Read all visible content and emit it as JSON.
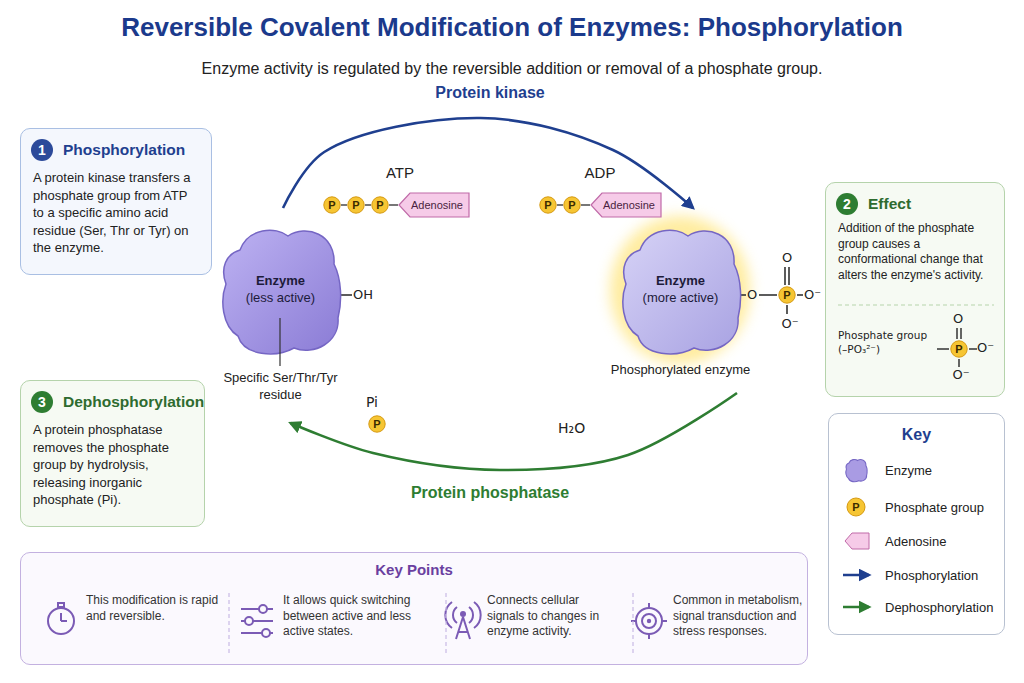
{
  "diagram": {
    "title": "Reversible Covalent Modification of Enzymes: Phosphorylation",
    "nodes": [
      {
        "text": [
          "1",
          "Phosphorylation",
          "A protein kinase transfers a phosphate group from ATP to a specific amino acid residue (Ser, Thr or Tyr) on the enzyme."
        ]
      },
      {
        "text": [
          "P"
        ]
      },
      {
        "text": [
          "P"
        ]
      },
      {
        "text": [
          "P"
        ]
      },
      {
        "text": [
          "Adenosine"
        ]
      },
      {
        "text": [
          "P"
        ]
      },
      {
        "text": [
          "P"
        ]
      },
      {
        "text": [
          "Adenosine"
        ]
      },
      {
        "text": [
          "2",
          "Effect",
          "Addition of the phosphate group causes a conformational change that alters the enzyme's activity.",
          "Phosphate group (–PO₃²⁻)"
        ]
      },
      {
        "text": [
          "P"
        ],
        "in": 8
      },
      {
        "text": [
          "Enzyme",
          "(less active)",
          "Specific Ser/Thr/Tyr residue"
        ]
      },
      {
        "text": [
          "Enzyme",
          "(more active)",
          "Phosphorylated enzyme"
        ]
      },
      {
        "text": [
          "P"
        ]
      },
      {
        "text": [
          "3",
          "Dephosphorylation",
          "A protein phosphatase removes the phosphate group by hydrolysis, releasing inorganic phosphate (Pi)."
        ]
      },
      {
        "text": [
          "P"
        ]
      },
      {
        "text": [
          "Key"
        ]
      },
      {
        "text": [
          "Key Points"
        ]
      },
      {
        "text": [
          "This modification is rapid and reversible."
        ],
        "in": 16
      },
      {
        "text": [
          "It allows quick switching between active and less active states."
        ],
        "in": 16
      },
      {
        "text": [
          "Connects cellular signals to changes in enzyme activity."
        ],
        "in": 16
      },
      {
        "text": [
          "Common in metabolism, signal transduction and stress responses."
        ],
        "in": 16
      }
    ],
    "edges": [
      {
        "from": 10,
        "to": 11,
        "label": "Protein kinase",
        "arrow": "to"
      },
      {
        "from": 11,
        "to": 10,
        "label": "Protein phosphatase",
        "arrow": "to"
      },
      {
        "from": 1,
        "to": 2,
        "arrow": "none"
      },
      {
        "from": 2,
        "to": 3,
        "arrow": "none"
      },
      {
        "from": 3,
        "to": 4,
        "arrow": "none"
      },
      {
        "from": 5,
        "to": 6,
        "arrow": "none"
      },
      {
        "from": 6,
        "to": 7,
        "arrow": "none"
      }
    ],
    "labels": [
      "Enzyme activity is regulated by the reversible addition or removal of a phosphate group.",
      "ATP",
      "ADP",
      "OH",
      "O",
      "O",
      "O⁻",
      "O⁻",
      "O",
      "O⁻",
      "O⁻",
      "Pi",
      "H₂O",
      "P"
    ],
    "legend": [
      {
        "text": "Enzyme",
        "color": "#a99be3"
      },
      {
        "text": "Phosphate group",
        "color": "#f6c533"
      },
      {
        "text": "Adenosine",
        "color": "#f6cbe8"
      },
      {
        "text": "Phosphorylation"
      },
      {
        "text": "Dephosphorylation"
      }
    ]
  }
}
